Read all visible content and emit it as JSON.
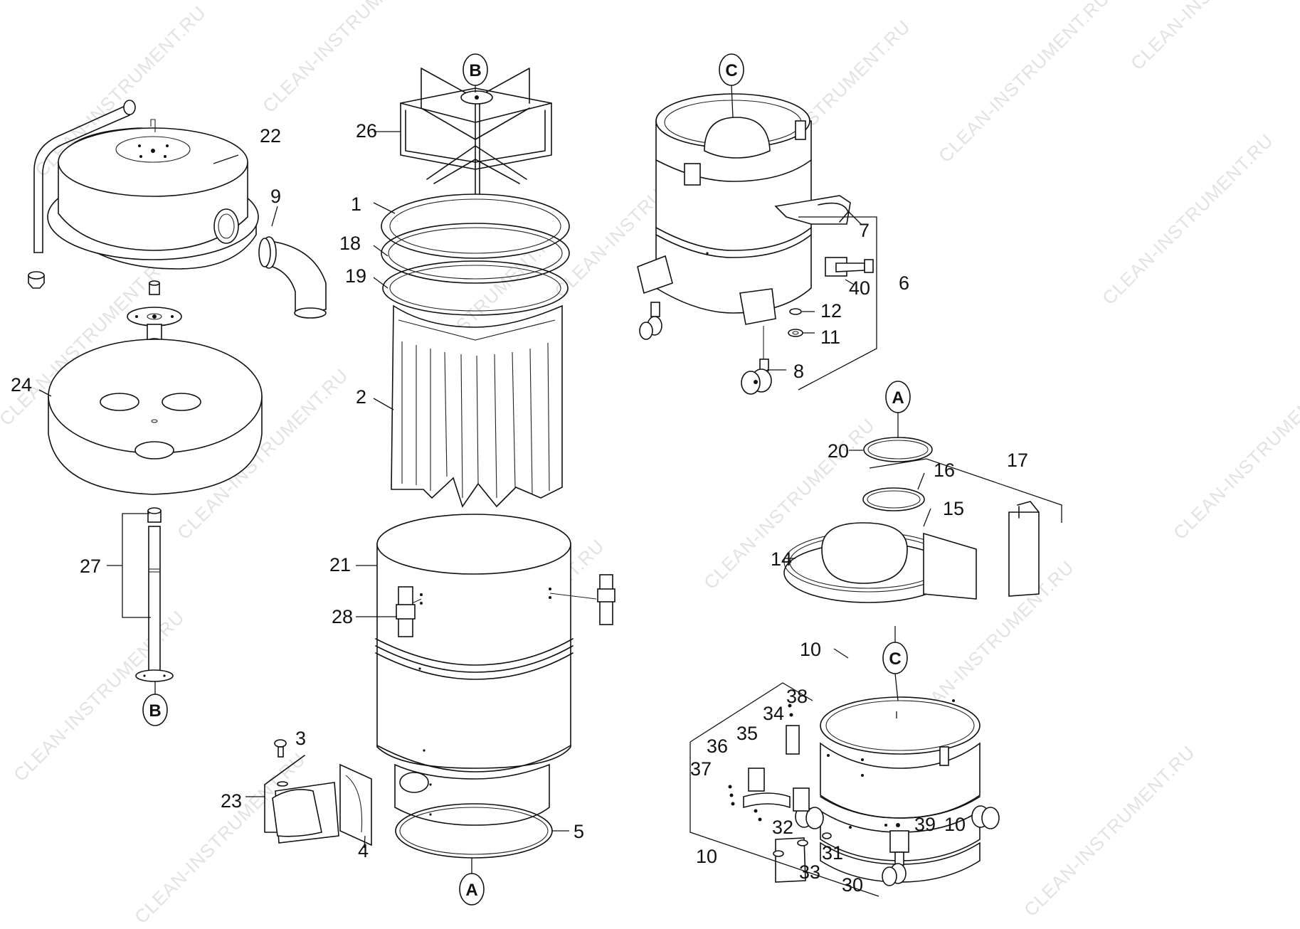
{
  "watermark_text": "CLEAN-INSTRUMENT.RU",
  "labels": {
    "p1": "1",
    "p2": "2",
    "p3": "3",
    "p4": "4",
    "p5": "5",
    "p6": "6",
    "p7": "7",
    "p8": "8",
    "p9": "9",
    "p10a": "10",
    "p10b": "10",
    "p10c": "10",
    "p11": "11",
    "p12": "12",
    "p14": "14",
    "p15": "15",
    "p16": "16",
    "p17": "17",
    "p18": "18",
    "p19": "19",
    "p20": "20",
    "p21": "21",
    "p22": "22",
    "p23": "23",
    "p24": "24",
    "p26": "26",
    "p27": "27",
    "p28": "28",
    "p30": "30",
    "p31": "31",
    "p32": "32",
    "p33": "33",
    "p34": "34",
    "p35": "35",
    "p36": "36",
    "p37": "37",
    "p38": "38",
    "p39": "39",
    "p40": "40"
  },
  "refs": {
    "A_top": "A",
    "A_bottom": "A",
    "B_top": "B",
    "B_bottom": "B",
    "C_top": "C",
    "C_bottom": "C"
  }
}
